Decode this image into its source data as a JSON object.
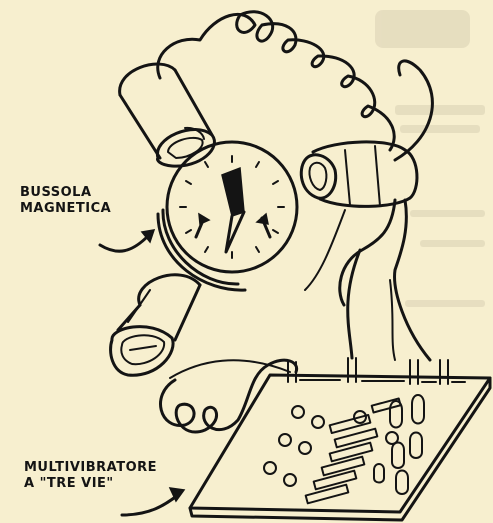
{
  "labels": {
    "compass_line1": "BUSSOLA",
    "compass_line2": "MAGNETICA",
    "multivibrator_line1": "MULTIVIBRATORE",
    "multivibrator_line2": "A \"TRE VIE\""
  },
  "colors": {
    "paper": "#f7efcf",
    "ink": "#141414",
    "faint_background_print": "#c9c0a4"
  }
}
